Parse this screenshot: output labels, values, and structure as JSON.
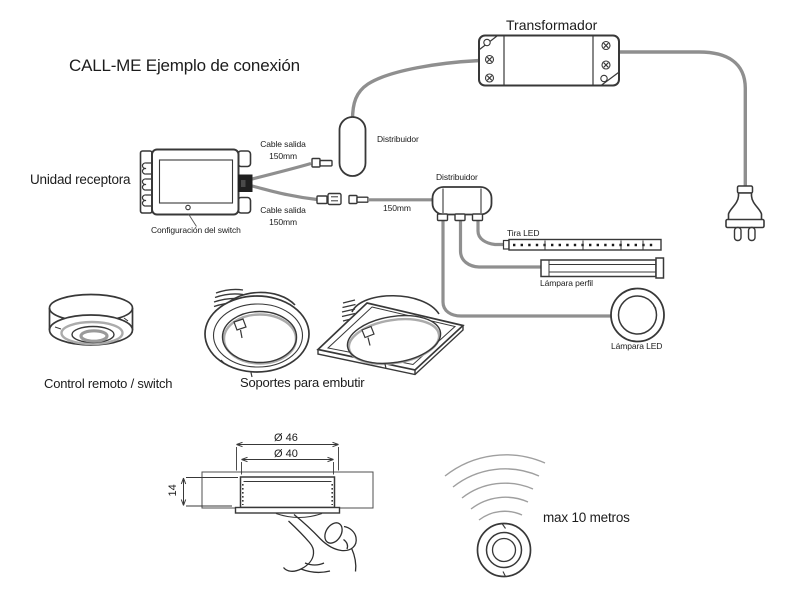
{
  "title": "CALL-ME Ejemplo de conexión",
  "transformer": {
    "label": "Transformador"
  },
  "receiver": {
    "label": "Unidad receptora",
    "switch_note": "Configuración del switch",
    "cable_top_line1": "Cable salida",
    "cable_top_line2": "150mm",
    "cable_bottom_line1": "Cable salida",
    "cable_bottom_line2": "150mm"
  },
  "distributors": {
    "first_label": "Distribuidor",
    "second_label": "Distribuidor",
    "cable_length": "150mm"
  },
  "outputs": {
    "led_strip": "Tira LED",
    "profile_lamp": "Lámpara perfil",
    "led_lamp": "Lámpara LED"
  },
  "accessories": {
    "remote": "Control remoto / switch",
    "mounts": "Soportes para embutir"
  },
  "dimension_drawing": {
    "outer_diameter": "Ø 46",
    "inner_diameter": "Ø 40",
    "height": "14"
  },
  "wireless": {
    "range": "max 10 metros"
  },
  "colors": {
    "line": "#383838",
    "cable": "#8f8f8f",
    "accent": "#ababab",
    "background": "#ffffff"
  }
}
